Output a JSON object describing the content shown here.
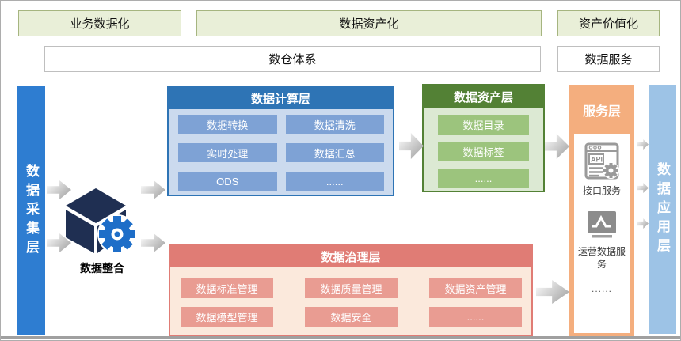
{
  "title_bands": {
    "business": "业务数据化",
    "asset": "数据资产化",
    "value": "资产价值化",
    "warehouse": "数仓体系",
    "data_service": "数据服务"
  },
  "collection_layer": {
    "label": "数据采集层"
  },
  "application_layer": {
    "label": "数据应用层"
  },
  "integration": {
    "label": "数据整合",
    "icon": "cube-gear-icon"
  },
  "compute_layer": {
    "title": "数据计算层",
    "items": [
      "数据转换",
      "数据清洗",
      "实时处理",
      "数据汇总",
      "ODS",
      "......"
    ]
  },
  "asset_layer": {
    "title": "数据资产层",
    "items": [
      "数据目录",
      "数据标签",
      "......"
    ]
  },
  "governance_layer": {
    "title": "数据治理层",
    "items": [
      "数据标准管理",
      "数据质量管理",
      "数据资产管理",
      "数据模型管理",
      "数据安全",
      "......"
    ]
  },
  "service_layer": {
    "title": "服务层",
    "api_icon_text": "API",
    "items": [
      {
        "icon": "api-browser-icon",
        "label": "接口服务"
      },
      {
        "icon": "monitor-chart-icon",
        "label": "运营数据服务"
      },
      {
        "icon": "ellipsis",
        "label": "......"
      }
    ]
  },
  "colors": {
    "top_band_fill": "#e9efd8",
    "top_band_border": "#a6b580",
    "collection_bar": "#2e7dd1",
    "application_bar": "#9dc3e6",
    "compute_accent": "#2e74b5",
    "compute_body": "#cbdaee",
    "compute_chip": "#7ea2d5",
    "asset_accent": "#538135",
    "asset_body": "#dce9d3",
    "asset_chip": "#9cc47d",
    "governance_accent": "#e07c75",
    "governance_body": "#fbe9dc",
    "governance_chip": "#e99c92",
    "service_accent": "#f4ae7e",
    "cube": "#1f2f52",
    "gear": "#1e6ec8"
  }
}
